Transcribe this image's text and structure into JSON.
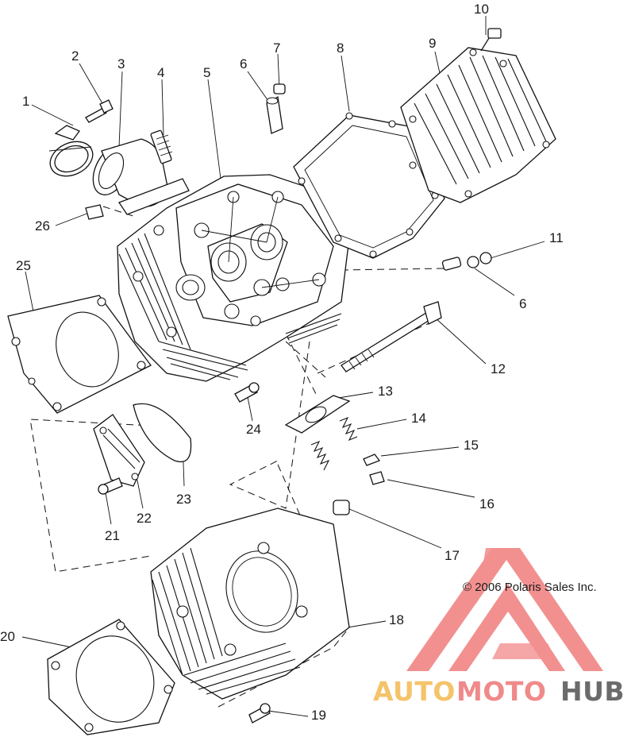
{
  "diagram": {
    "callouts": [
      {
        "id": "c1",
        "label": "1"
      },
      {
        "id": "c2",
        "label": "2"
      },
      {
        "id": "c3",
        "label": "3"
      },
      {
        "id": "c4",
        "label": "4"
      },
      {
        "id": "c5",
        "label": "5"
      },
      {
        "id": "c6a",
        "label": "6"
      },
      {
        "id": "c6b",
        "label": "6"
      },
      {
        "id": "c7",
        "label": "7"
      },
      {
        "id": "c8",
        "label": "8"
      },
      {
        "id": "c9",
        "label": "9"
      },
      {
        "id": "c10",
        "label": "10"
      },
      {
        "id": "c11",
        "label": "11"
      },
      {
        "id": "c12",
        "label": "12"
      },
      {
        "id": "c13",
        "label": "13"
      },
      {
        "id": "c14",
        "label": "14"
      },
      {
        "id": "c15",
        "label": "15"
      },
      {
        "id": "c16",
        "label": "16"
      },
      {
        "id": "c17",
        "label": "17"
      },
      {
        "id": "c18",
        "label": "18"
      },
      {
        "id": "c19",
        "label": "19"
      },
      {
        "id": "c20",
        "label": "20"
      },
      {
        "id": "c21",
        "label": "21"
      },
      {
        "id": "c22",
        "label": "22"
      },
      {
        "id": "c23",
        "label": "23"
      },
      {
        "id": "c24",
        "label": "24"
      },
      {
        "id": "c25",
        "label": "25"
      },
      {
        "id": "c26",
        "label": "26"
      }
    ],
    "copyright": "© 2006 Polaris Sales Inc."
  },
  "watermark": {
    "part1": "AUTO",
    "part2": "MOTO",
    "part3": "HUB",
    "colors": {
      "auto": "#f5c36a",
      "moto": "#f08a8a",
      "hub": "#6b6b6b",
      "logo": "#f07d7d"
    }
  }
}
